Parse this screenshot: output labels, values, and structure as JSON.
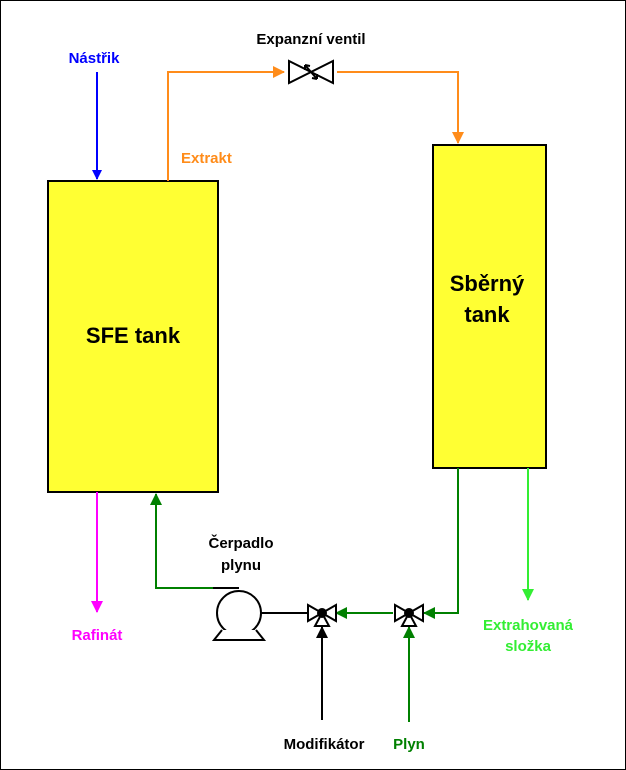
{
  "tanks": {
    "sfe": "SFE tank",
    "collector_line1": "Sběrný",
    "collector_line2": "tank"
  },
  "labels": {
    "feed": "Nástřik",
    "expansion_valve": "Expanzní ventil",
    "extract": "Extrakt",
    "raffinate": "Rafinát",
    "pump_line1": "Čerpadlo",
    "pump_line2": "plynu",
    "extracted_line1": "Extrahovaná",
    "extracted_line2": "složka",
    "modifier": "Modifikátor",
    "gas": "Plyn"
  },
  "colors": {
    "tank_fill": "#FFFF33",
    "feed": "#0000FF",
    "extract": "#FF8C1A",
    "raffinate": "#FF00FF",
    "gas_loop": "#008000",
    "extracted": "#33EE33",
    "modifier": "#000000"
  },
  "icons": [
    "valve-icon",
    "pump-icon",
    "arrow-icon"
  ]
}
